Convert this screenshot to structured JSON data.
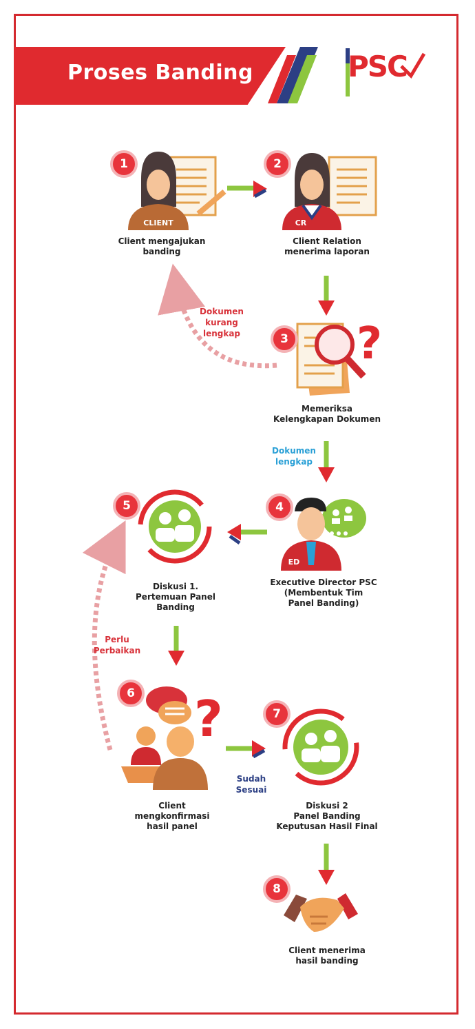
{
  "header": {
    "title": "Proses Banding",
    "logo_text": "PSC",
    "colors": {
      "brand_red": "#e02a2f",
      "green": "#8dc63f",
      "blue": "#2c3f84",
      "orange": "#e8904a"
    }
  },
  "steps": [
    {
      "number": "1",
      "icon": "client-woman-document-icon",
      "badge": "CLIENT",
      "label_lines": [
        "Client mengajukan",
        "banding"
      ]
    },
    {
      "number": "2",
      "icon": "client-relation-woman-document-icon",
      "badge": "CR",
      "label_lines": [
        "Client Relation",
        "menerima laporan"
      ]
    },
    {
      "number": "3",
      "icon": "document-magnifier-question-icon",
      "badge": "",
      "label_lines": [
        "Memeriksa",
        "Kelengkapan Dokumen"
      ]
    },
    {
      "number": "4",
      "icon": "executive-director-icon",
      "badge": "ED",
      "label_lines": [
        "Executive Director PSC",
        "(Membentuk  Tim",
        "Panel Banding)"
      ]
    },
    {
      "number": "5",
      "icon": "panel-discussion-cycle-icon",
      "badge": "",
      "label_lines": [
        "Diskusi 1.",
        "Pertemuan Panel",
        "Banding"
      ]
    },
    {
      "number": "6",
      "icon": "client-confirmation-question-icon",
      "badge": "",
      "label_lines": [
        "Client",
        "mengkonfirmasi",
        "hasil panel"
      ]
    },
    {
      "number": "7",
      "icon": "panel-discussion-cycle-icon",
      "badge": "",
      "label_lines": [
        "Diskusi 2",
        "Panel Banding",
        "Keputusan Hasil Final"
      ]
    },
    {
      "number": "8",
      "icon": "handshake-icon",
      "badge": "",
      "label_lines": [
        "Client menerima",
        "hasil banding"
      ]
    }
  ],
  "notes": {
    "dokumen_kurang": [
      "Dokumen",
      "kurang",
      "lengkap"
    ],
    "dokumen_lengkap": [
      "Dokumen",
      "lengkap"
    ],
    "perlu_perbaikan": [
      "Perlu",
      "Perbaikan"
    ],
    "sudah_sesuai": [
      "Sudah",
      "Sesuai"
    ]
  }
}
